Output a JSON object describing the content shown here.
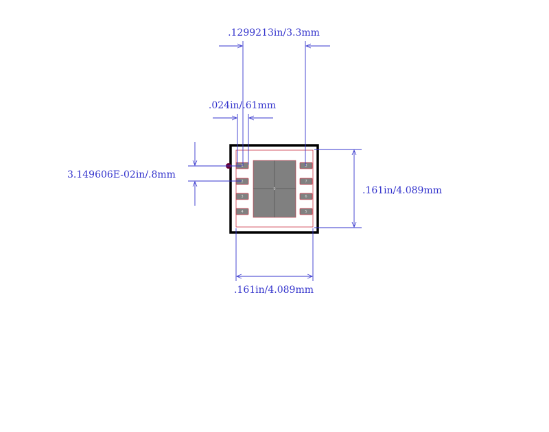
{
  "colors": {
    "dimension": "#3333cc",
    "body_outline": "#000000",
    "pad_outline": "#cc3344",
    "pad_fill": "#808080",
    "courtyard": "#cc3344",
    "pin1_marker": "#660033"
  },
  "dimensions": {
    "pitch_top": ".1299213in/3.3mm",
    "pad_width": ".024in/.61mm",
    "pad_length": "3.149606E-02in/.8mm",
    "body_height": ".161in/4.089mm",
    "body_width": ".161in/4.089mm"
  },
  "pads": {
    "left": [
      "1",
      "2",
      "3",
      "4"
    ],
    "right": [
      "8",
      "7",
      "6",
      "5"
    ],
    "thermal": "9"
  }
}
